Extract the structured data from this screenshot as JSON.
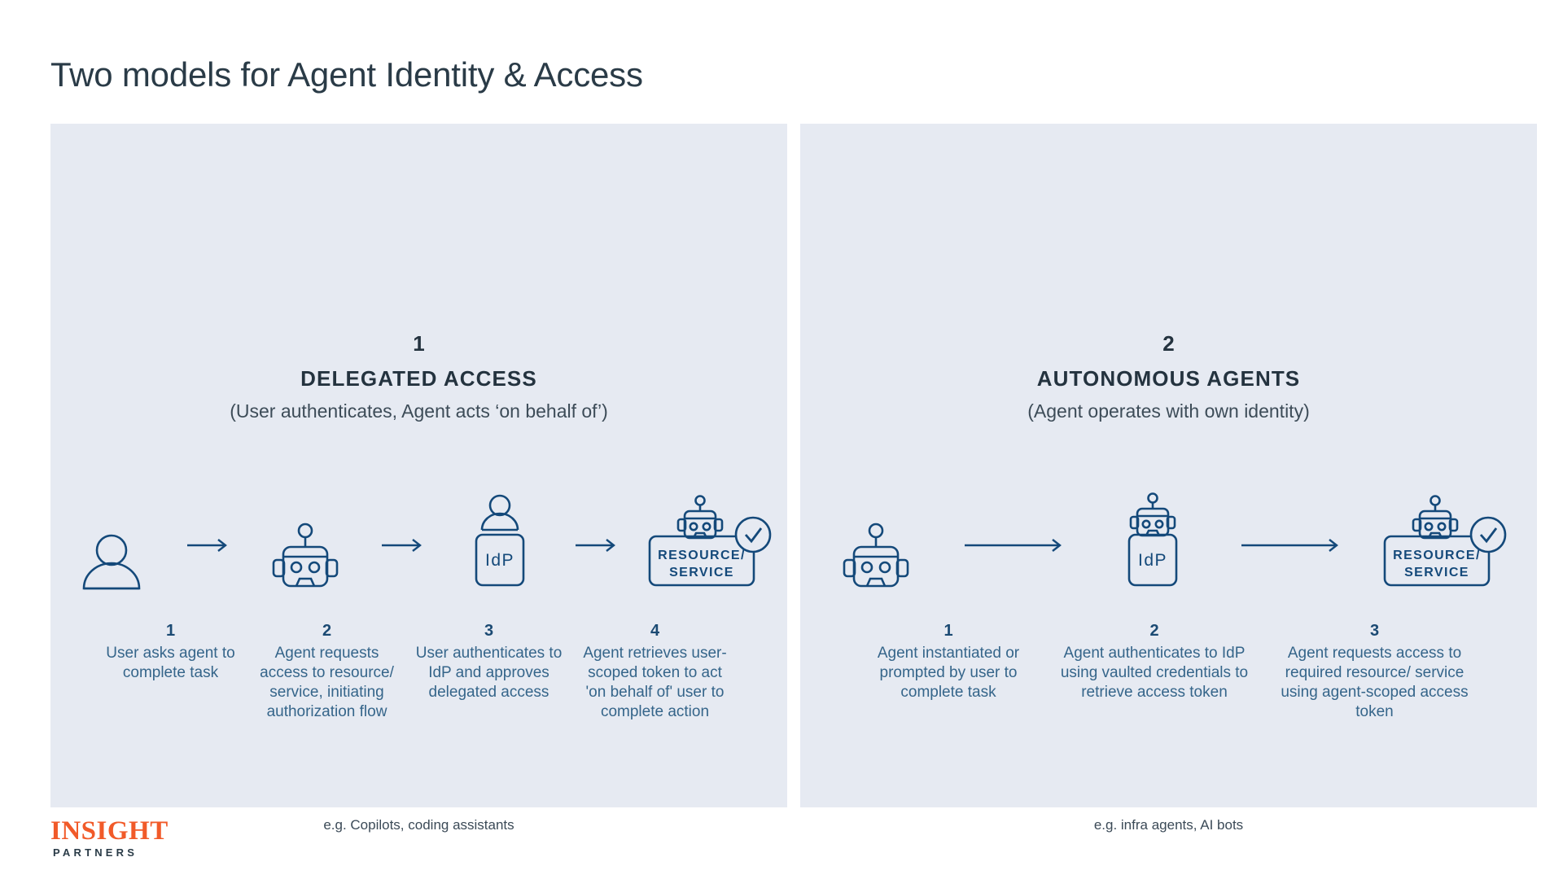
{
  "page": {
    "title": "Two models for Agent Identity & Access"
  },
  "logo": {
    "main": "INSIGHT",
    "sub": "PARTNERS"
  },
  "colors": {
    "panel_bg": "#e6eaf2",
    "title": "#2a3b47",
    "icon_stroke": "#14497a",
    "caption": "#35658a",
    "brand_orange": "#f15a29"
  },
  "panels": [
    {
      "number": "1",
      "heading": "DELEGATED ACCESS",
      "subtitle": "(User authenticates, Agent acts ‘on behalf of’)",
      "example": "e.g. Copilots, coding assistants",
      "nodes": [
        {
          "icon": "user-icon",
          "label": ""
        },
        {
          "icon": "robot-icon",
          "label": ""
        },
        {
          "icon": "idp-icon",
          "label": "IdP"
        },
        {
          "icon": "resource-service-icon",
          "label": "RESOURCE/\nSERVICE"
        }
      ],
      "steps": [
        {
          "num": "1",
          "text": "User asks agent to complete task"
        },
        {
          "num": "2",
          "text": "Agent requests access to resource/ service, initiating authorization flow"
        },
        {
          "num": "3",
          "text": "User authenticates to IdP and approves delegated access"
        },
        {
          "num": "4",
          "text": "Agent retrieves user-scoped token to act 'on behalf of' user to complete action"
        }
      ]
    },
    {
      "number": "2",
      "heading": "AUTONOMOUS AGENTS",
      "subtitle": "(Agent operates with own identity)",
      "example": "e.g. infra agents, AI bots",
      "nodes": [
        {
          "icon": "robot-icon",
          "label": ""
        },
        {
          "icon": "idp-icon",
          "label": "IdP"
        },
        {
          "icon": "resource-service-icon",
          "label": "RESOURCE/\nSERVICE"
        }
      ],
      "steps": [
        {
          "num": "1",
          "text": "Agent instantiated or prompted by user to complete task"
        },
        {
          "num": "2",
          "text": "Agent authenticates to IdP using vaulted credentials to retrieve access token"
        },
        {
          "num": "3",
          "text": "Agent requests access to required resource/ service using agent-scoped access token"
        }
      ]
    }
  ],
  "icon_labels": {
    "idp": "IdP",
    "resource_line1": "RESOURCE/",
    "resource_line2": "SERVICE"
  }
}
